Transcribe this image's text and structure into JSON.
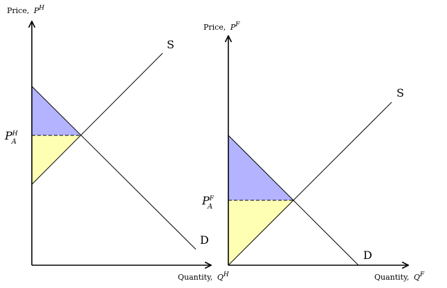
{
  "home": {
    "y_axis_label": "Price,",
    "y_axis_symbol": "P",
    "y_axis_sup": "H",
    "x_axis_label": "Quantity,",
    "x_axis_symbol": "Q",
    "x_axis_sup": "H",
    "supply_label": "S",
    "demand_label": "D",
    "price_label_symbol": "P",
    "price_label_sup": "H",
    "price_label_sub": "A"
  },
  "foreign": {
    "y_axis_label": "Price,",
    "y_axis_symbol": "P",
    "y_axis_sup": "F",
    "x_axis_label": "Quantity,",
    "x_axis_symbol": "Q",
    "x_axis_sup": "F",
    "supply_label": "S",
    "demand_label": "D",
    "price_label_symbol": "P",
    "price_label_sup": "F",
    "price_label_sub": "A"
  },
  "colors": {
    "consumer_surplus": "#b3b3ff",
    "producer_surplus": "#ffffb3",
    "lines": "#000000"
  }
}
